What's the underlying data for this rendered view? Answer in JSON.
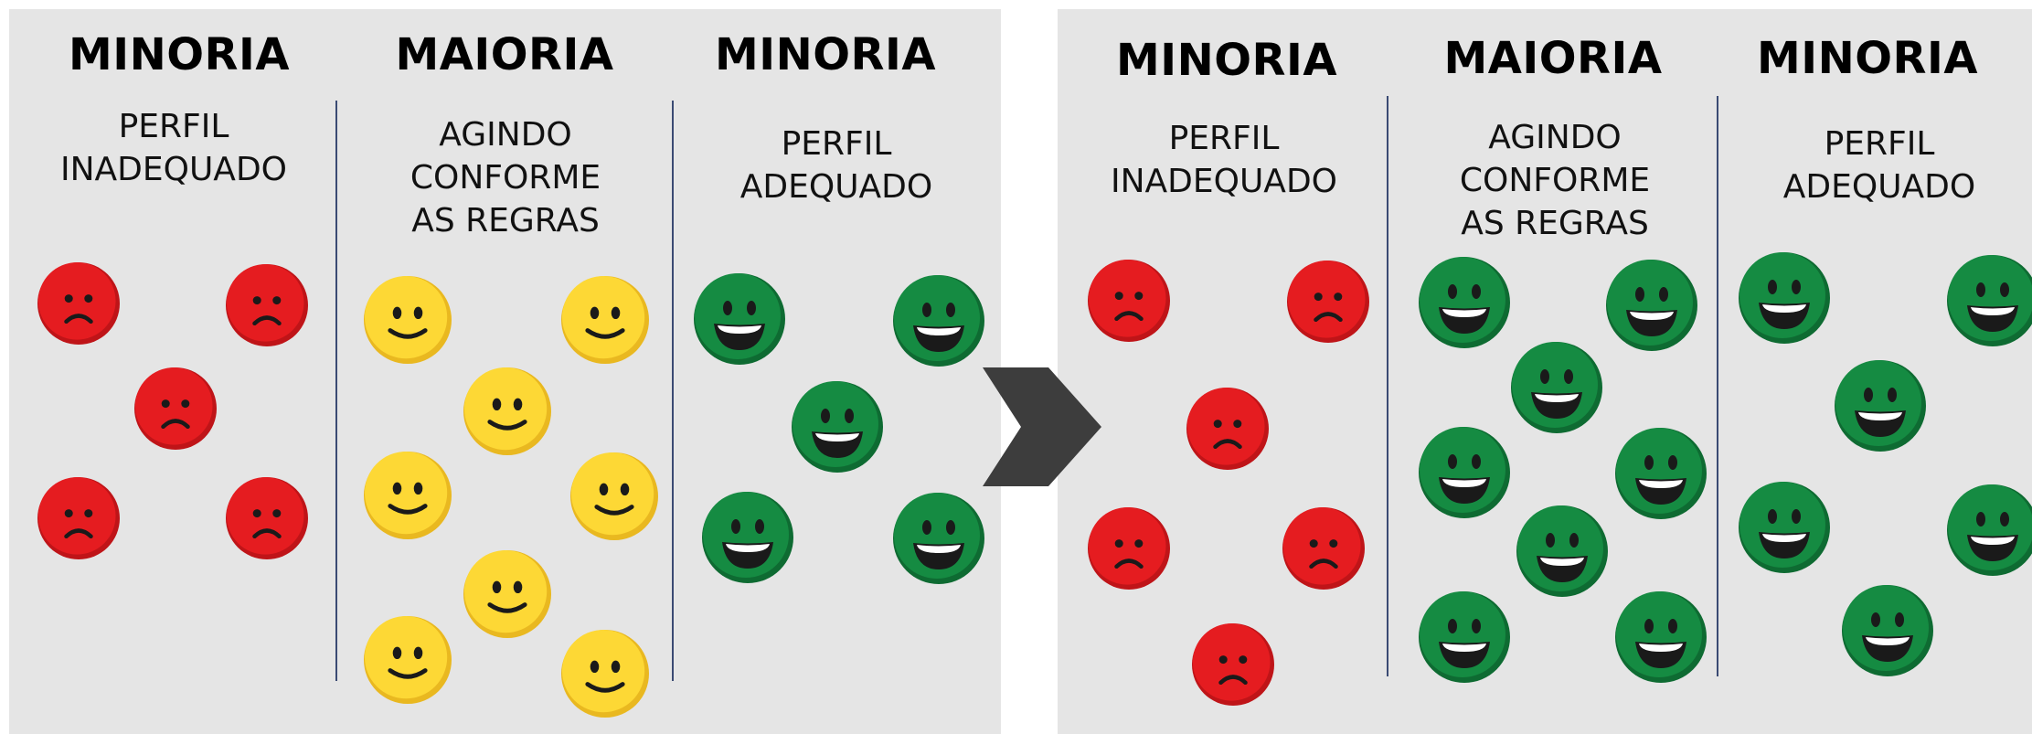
{
  "colors": {
    "sad": "#e51c20",
    "sad_shadow": "#bf1418",
    "neutral": "#fdd835",
    "neutral_shadow": "#e9b820",
    "happy": "#158b42",
    "happy_shadow": "#0e6b32",
    "feature": "#1a1a1a",
    "panel": "#e5e5e5",
    "divider": "#3a4a73",
    "arrow": "#3d3d3d"
  },
  "arrow_icon": "chevron-right-icon",
  "panels": [
    {
      "columns": [
        {
          "heading": "MINORIA",
          "subtitle": "PERFIL\nINADEQUADO",
          "emoji": "sad"
        },
        {
          "heading": "MAIORIA",
          "subtitle": "AGINDO\nCONFORME\nAS REGRAS",
          "emoji": "neutral"
        },
        {
          "heading": "MINORIA",
          "subtitle": "PERFIL\nADEQUADO",
          "emoji": "happy"
        }
      ]
    },
    {
      "columns": [
        {
          "heading": "MINORIA",
          "subtitle": "PERFIL\nINADEQUADO",
          "emoji": "sad"
        },
        {
          "heading": "MAIORIA",
          "subtitle": "AGINDO\nCONFORME\nAS REGRAS",
          "emoji": "happy"
        },
        {
          "heading": "MINORIA",
          "subtitle": "PERFIL\nADEQUADO",
          "emoji": "happy"
        }
      ]
    }
  ]
}
